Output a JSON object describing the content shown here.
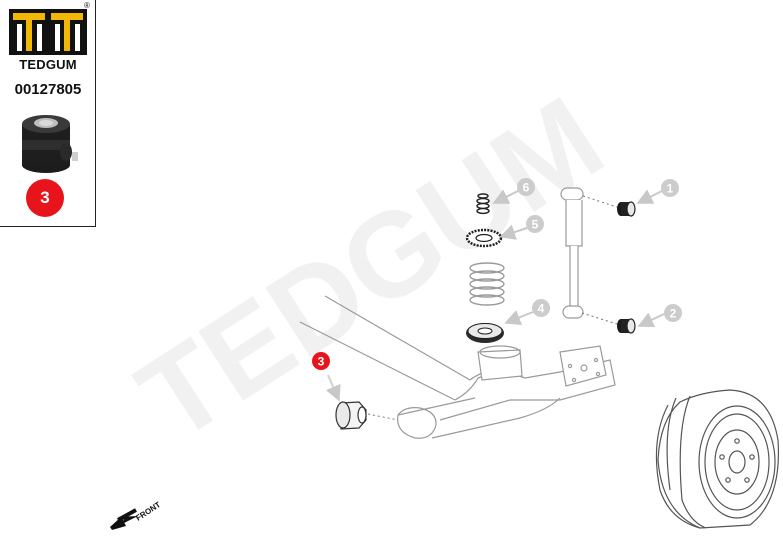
{
  "brand": {
    "name": "TEDGUM",
    "registered_mark": "®",
    "part_number": "00127805",
    "watermark": "TEDGUM"
  },
  "selected_part": {
    "number": "3",
    "color": "#e8141c"
  },
  "callouts": [
    {
      "number": "1",
      "color": "#cccccc"
    },
    {
      "number": "2",
      "color": "#cccccc"
    },
    {
      "number": "3",
      "color": "#e8141c"
    },
    {
      "number": "4",
      "color": "#cccccc"
    },
    {
      "number": "5",
      "color": "#cccccc"
    },
    {
      "number": "6",
      "color": "#cccccc"
    }
  ],
  "direction_label": "FRONT"
}
